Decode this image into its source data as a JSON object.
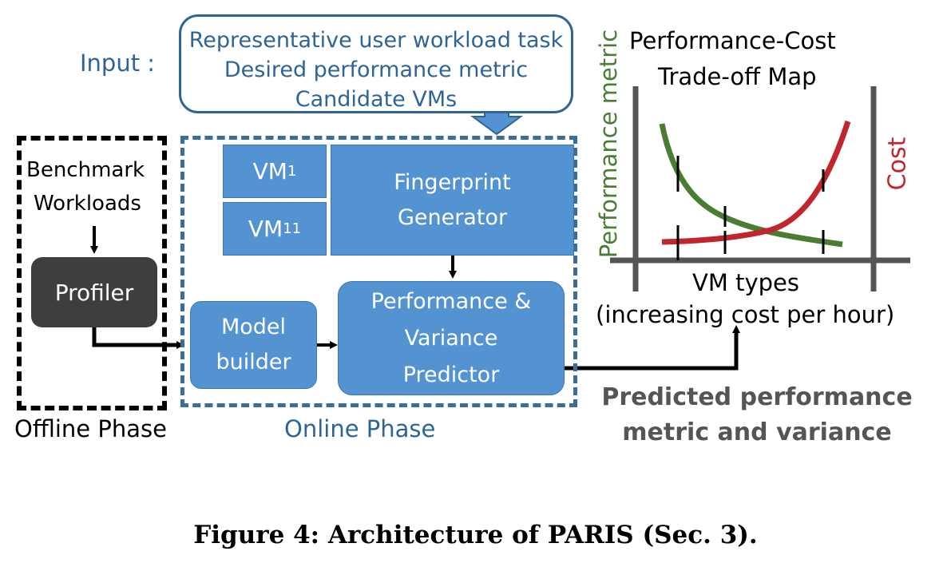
{
  "input": {
    "label": "Input :",
    "lines": [
      "Representative user workload task",
      "Desired performance metric",
      "Candidate VMs"
    ]
  },
  "offline": {
    "benchmark_line1": "Benchmark",
    "benchmark_line2": "Workloads",
    "profiler": "Profiler",
    "phase_label": "Offline Phase"
  },
  "online": {
    "vm1": "VM",
    "vm1_sub": "1",
    "vm11": "VM",
    "vm11_sub": "11",
    "fingerprint_line1": "Fingerprint",
    "fingerprint_line2": "Generator",
    "model_line1": "Model",
    "model_line2": "builder",
    "predictor_line1": "Performance &",
    "predictor_line2": "Variance",
    "predictor_line3": "Predictor",
    "phase_label": "Online Phase"
  },
  "output": {
    "line1": "Predicted performance",
    "line2": "metric and variance"
  },
  "chart": {
    "title_line1": "Performance-Cost",
    "title_line2": "Trade-off Map",
    "left_axis": "Performance metric",
    "right_axis": "Cost",
    "xlabel_line1": "VM types",
    "xlabel_line2": "(increasing cost per hour)"
  },
  "caption": "Figure 4: Architecture of PARIS (Sec. 3).",
  "colors": {
    "blue_block": "#5393d2",
    "blue_text": "#2e6496",
    "performance_curve": "#4a7d34",
    "cost_curve": "#c0262c",
    "profiler": "#3e3e3e"
  }
}
